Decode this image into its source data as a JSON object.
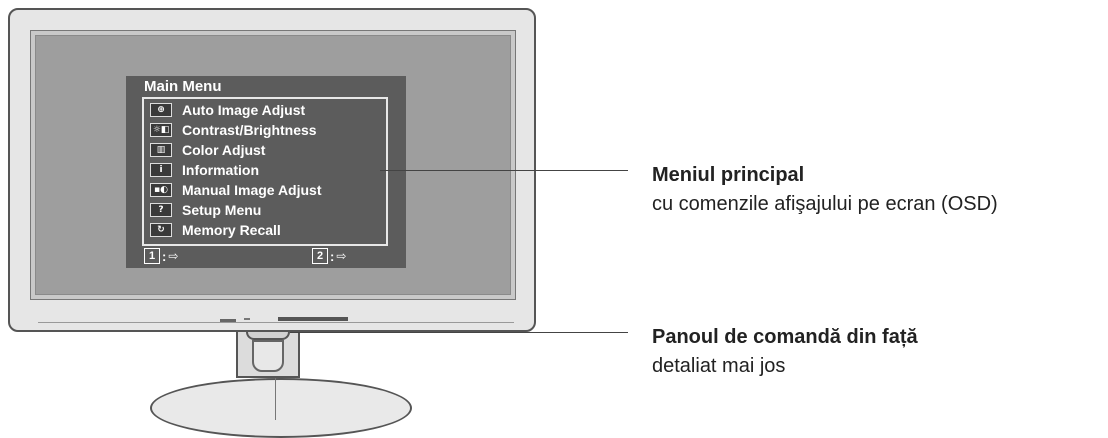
{
  "osd": {
    "title": "Main Menu",
    "items": [
      {
        "label": "Auto Image Adjust",
        "icon": "auto-adjust-icon",
        "glyph": "⊕"
      },
      {
        "label": "Contrast/Brightness",
        "icon": "contrast-brightness-icon",
        "glyph": "☼◧"
      },
      {
        "label": "Color Adjust",
        "icon": "color-adjust-icon",
        "glyph": "▥"
      },
      {
        "label": "Information",
        "icon": "information-icon",
        "glyph": "i"
      },
      {
        "label": "Manual Image Adjust",
        "icon": "manual-adjust-icon",
        "glyph": "▪◐"
      },
      {
        "label": "Setup Menu",
        "icon": "setup-menu-icon",
        "glyph": "?"
      },
      {
        "label": "Memory Recall",
        "icon": "memory-recall-icon",
        "glyph": "↻"
      }
    ],
    "footer": {
      "key1": "1",
      "key2": "2",
      "separator": ":",
      "exit_glyph": "⇨"
    }
  },
  "callouts": {
    "main_menu": {
      "title": "Meniul principal",
      "description": "cu comenzile afişajului pe ecran (OSD)"
    },
    "front_panel": {
      "title": "Panoul de comandă din față",
      "description": "detaliat mai jos"
    }
  },
  "colors": {
    "osd_background": "#5c5c5c",
    "screen": "#9e9e9e",
    "bezel": "#e6e6e6",
    "text": "#222222"
  }
}
